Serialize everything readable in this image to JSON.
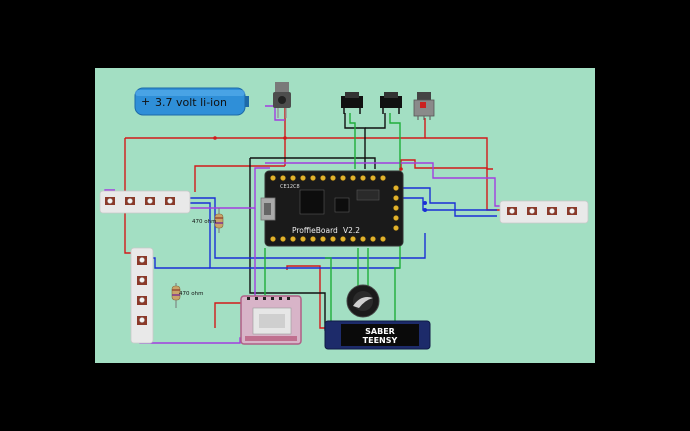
{
  "battery": {
    "plus": "+",
    "label": "3.7 volt li-ion"
  },
  "resistor_top": {
    "label": "470 ohm"
  },
  "resistor_bottom": {
    "label": "470 ohm"
  },
  "mcu": {
    "name": "ProffieBoard",
    "version": "V2.2",
    "chip": "CE12C8"
  },
  "oled": {
    "line1": "SABER",
    "line2": "TEENSY"
  },
  "colors": {
    "background": "#a3dfc3",
    "wire_red": "#d11a1a",
    "wire_black": "#111111",
    "wire_blue": "#1a2fd6",
    "wire_purple": "#a23ee0",
    "wire_green": "#1fae3a",
    "battery_blue": "#2f8fd8"
  },
  "icons": [
    "battery-icon",
    "barrel-jack-icon",
    "tactile-button-icon",
    "slide-switch-icon",
    "speaker-icon",
    "led-strip-icon",
    "resistor-icon",
    "usb-port-icon"
  ]
}
